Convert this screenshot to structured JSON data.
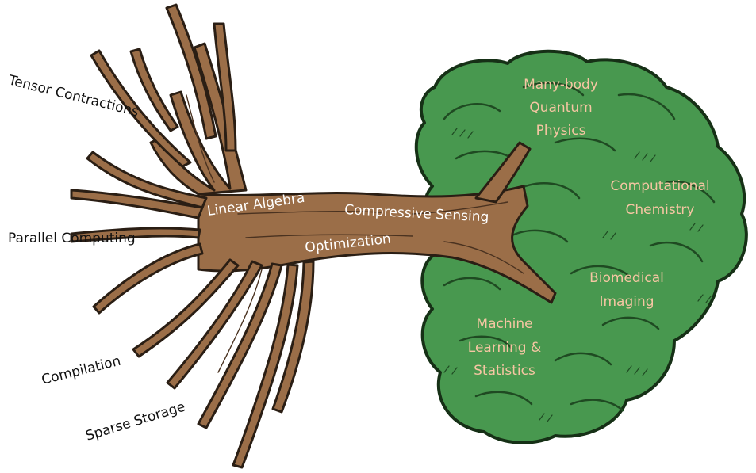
{
  "roots": {
    "tensor_contractions": "Tensor Contractions",
    "parallel_computing": "Parallel Computing",
    "compilation": "Compilation",
    "sparse_storage": "Sparse Storage"
  },
  "trunk": {
    "linear_algebra": "Linear Algebra",
    "compressive_sensing": "Compressive Sensing",
    "optimization": "Optimization"
  },
  "crown": {
    "many_body": [
      "Many-body",
      "Quantum",
      "Physics"
    ],
    "computational_chemistry": [
      "Computational",
      "Chemistry"
    ],
    "biomedical_imaging": [
      "Biomedical",
      "Imaging"
    ],
    "machine_learning": [
      "Machine",
      "Learning &",
      "Statistics"
    ]
  },
  "colors": {
    "wood": "#9b6e48",
    "wood_outline": "#2a1e14",
    "foliage": "#48984f",
    "foliage_outline": "#163016",
    "crown_text": "#f6c6a3",
    "trunk_text": "#ffffff",
    "root_text": "#111111"
  }
}
